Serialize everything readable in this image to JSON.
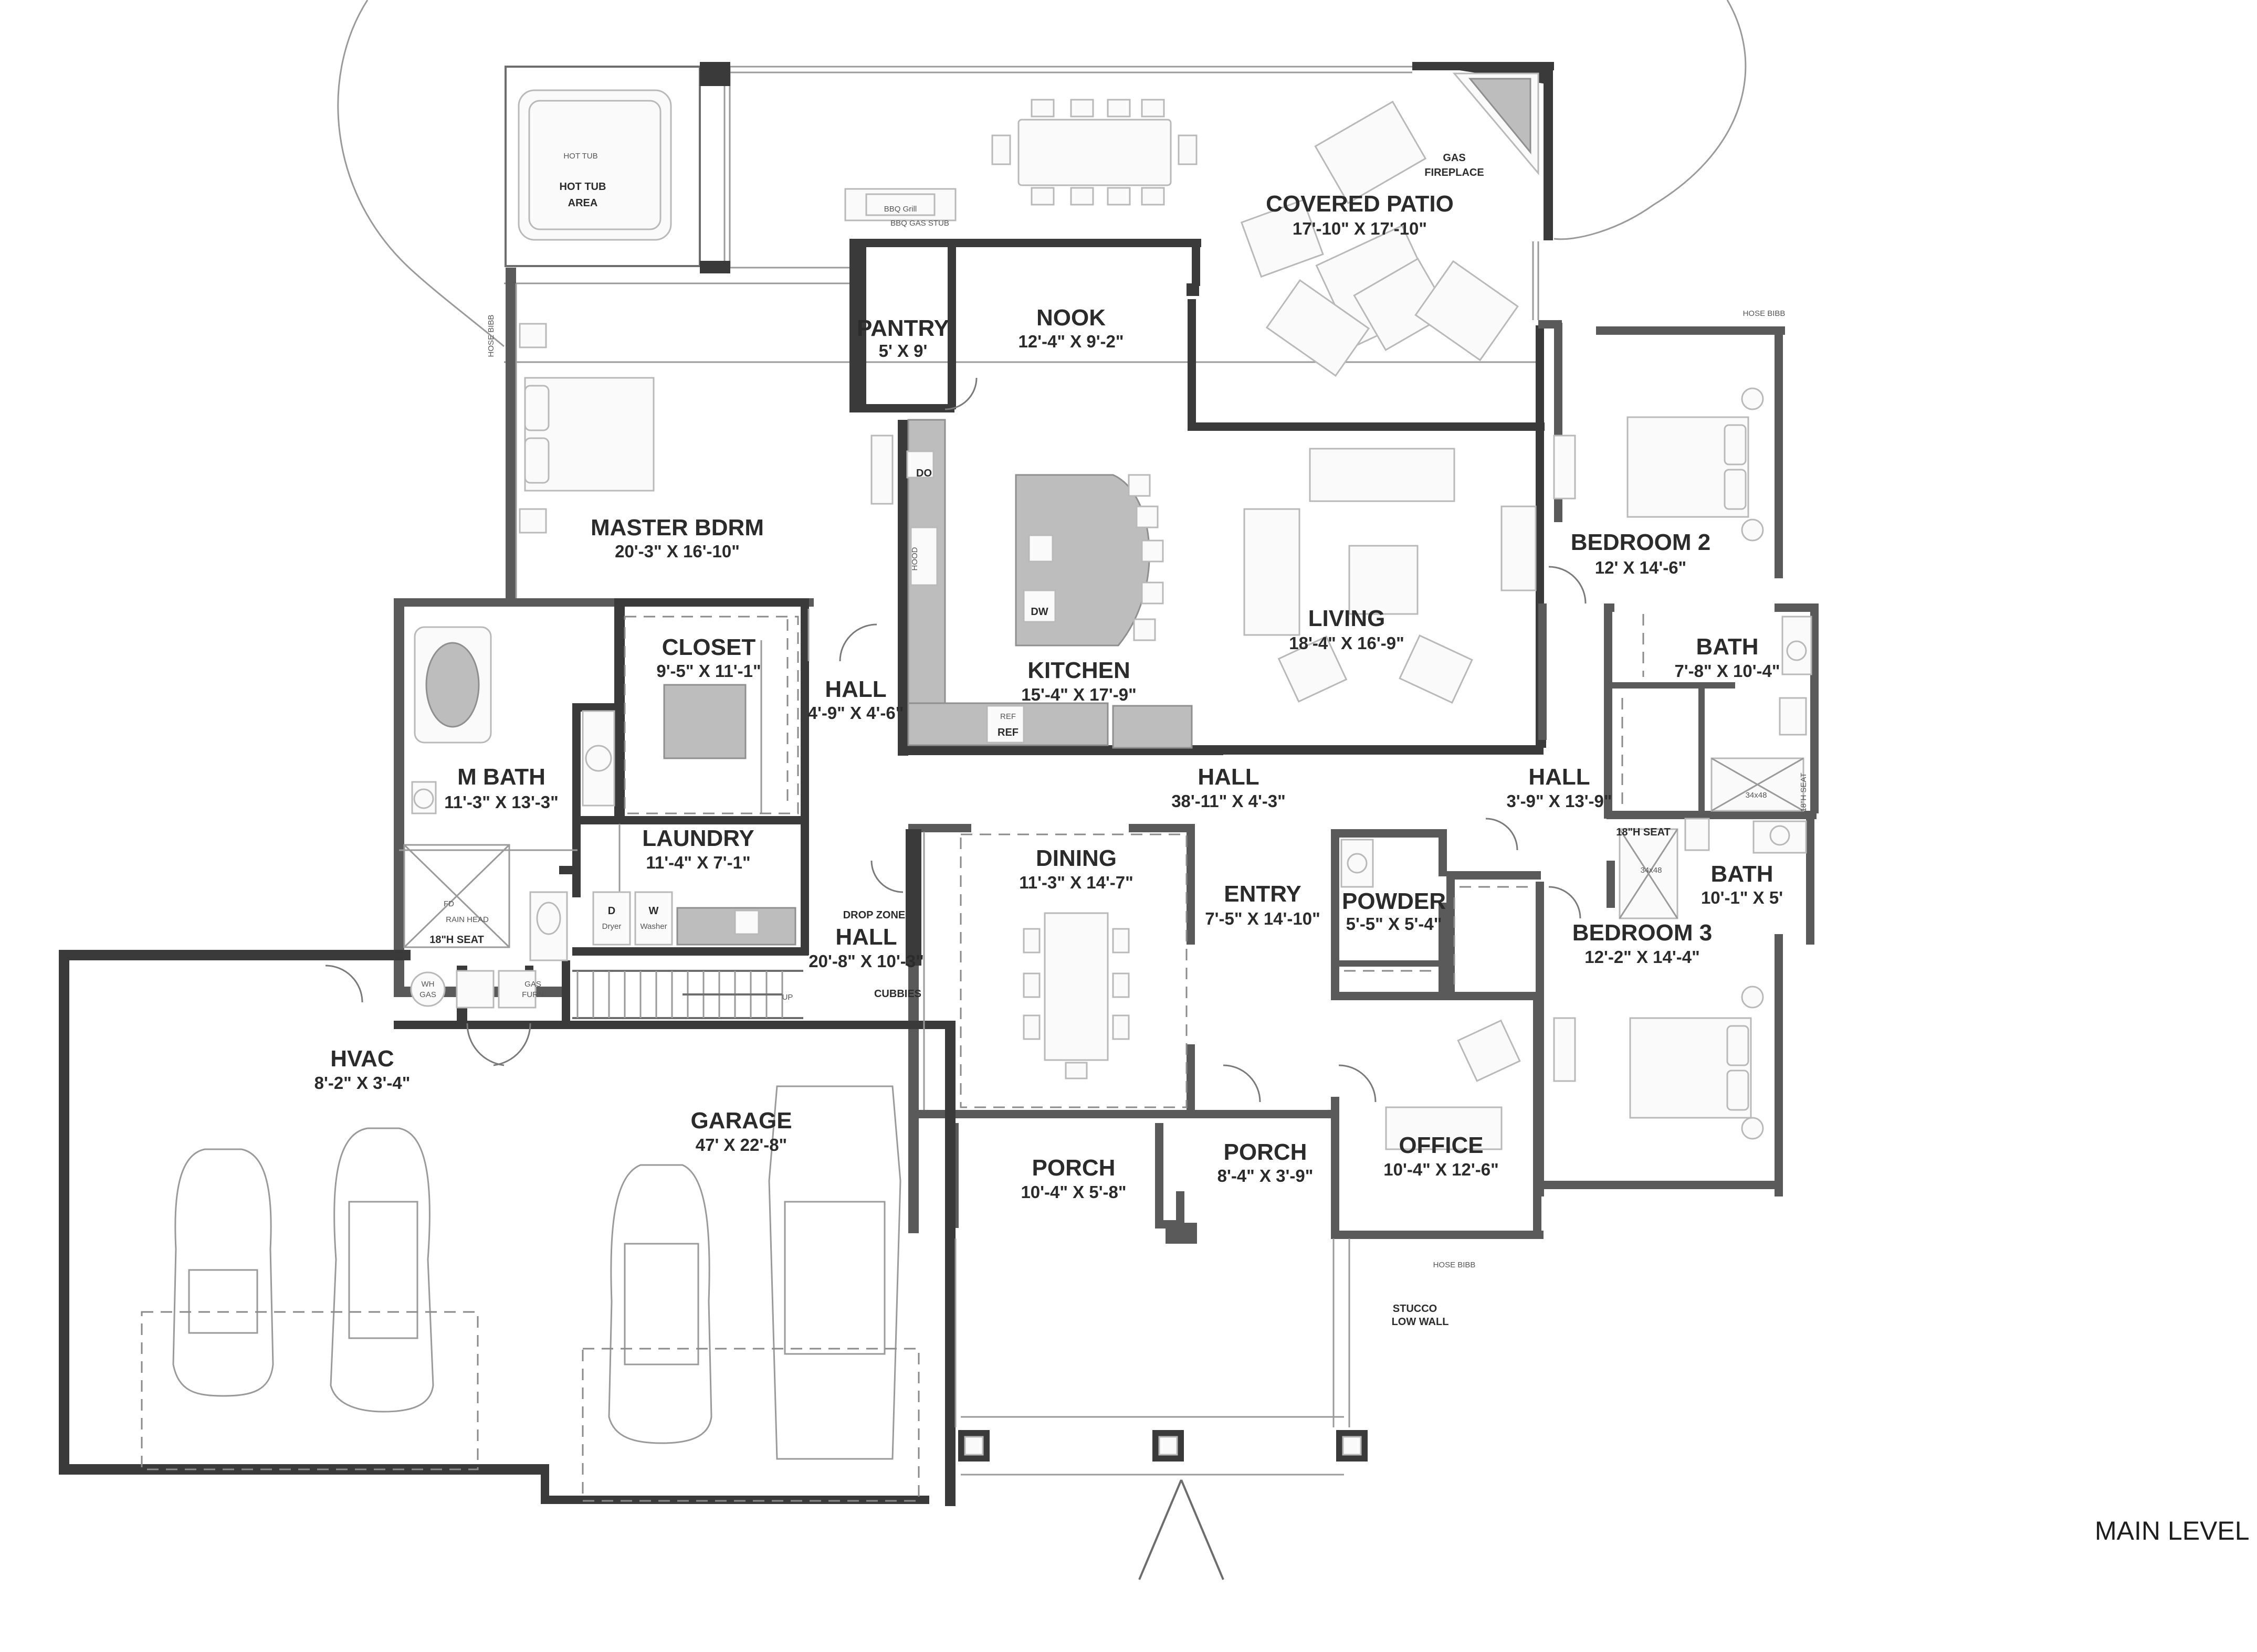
{
  "level_label": "MAIN LEVEL",
  "rooms": {
    "covered_patio": {
      "name": "COVERED PATIO",
      "dims": "17'-10\" X 17'-10\""
    },
    "pantry": {
      "name": "PANTRY",
      "dims": "5' X 9'"
    },
    "nook": {
      "name": "NOOK",
      "dims": "12'-4\" X 9'-2\""
    },
    "master_bdrm": {
      "name": "MASTER BDRM",
      "dims": "20'-3\" X 16'-10\""
    },
    "kitchen": {
      "name": "KITCHEN",
      "dims": "15'-4\" X 17'-9\""
    },
    "living": {
      "name": "LIVING",
      "dims": "18'-4\" X 16'-9\""
    },
    "bedroom2": {
      "name": "BEDROOM 2",
      "dims": "12' X 14'-6\""
    },
    "bath_a": {
      "name": "BATH",
      "dims": "7'-8\" X 10'-4\""
    },
    "closet": {
      "name": "CLOSET",
      "dims": "9'-5\" X 11'-1\""
    },
    "hall_a": {
      "name": "HALL",
      "dims": "4'-9\" X 4'-6\""
    },
    "m_bath": {
      "name": "M BATH",
      "dims": "11'-3\" X 13'-3\""
    },
    "hall_main": {
      "name": "HALL",
      "dims": "38'-11\" X 4'-3\""
    },
    "hall_b": {
      "name": "HALL",
      "dims": "3'-9\" X 13'-9\""
    },
    "laundry": {
      "name": "LAUNDRY",
      "dims": "11'-4\" X 7'-1\""
    },
    "dining": {
      "name": "DINING",
      "dims": "11'-3\" X 14'-7\""
    },
    "entry": {
      "name": "ENTRY",
      "dims": "7'-5\" X 14'-10\""
    },
    "powder": {
      "name": "POWDER",
      "dims": "5'-5\" X 5'-4\""
    },
    "bath_b": {
      "name": "BATH",
      "dims": "10'-1\" X 5'"
    },
    "bedroom3": {
      "name": "BEDROOM 3",
      "dims": "12'-2\" X 14'-4\""
    },
    "hall_c": {
      "name": "HALL",
      "dims": "20'-8\" X 10'-3\""
    },
    "hvac": {
      "name": "HVAC",
      "dims": "8'-2\" X 3'-4\""
    },
    "garage": {
      "name": "GARAGE",
      "dims": "47' X 22'-8\""
    },
    "porch_a": {
      "name": "PORCH",
      "dims": "10'-4\" X 5'-8\""
    },
    "porch_b": {
      "name": "PORCH",
      "dims": "8'-4\" X 3'-9\""
    },
    "office": {
      "name": "OFFICE",
      "dims": "10'-4\" X 12'-6\""
    }
  },
  "notes": {
    "hot_tub": "HOT TUB",
    "hot_tub_area_1": "HOT TUB",
    "hot_tub_area_2": "AREA",
    "gas_fireplace_1": "GAS",
    "gas_fireplace_2": "FIREPLACE",
    "bbq_grill": "BBQ Grill",
    "bbq_gas_stub": "BBQ GAS STUB",
    "hose_bibb": "HOSE BIBB",
    "do": "DO",
    "dw": "DW",
    "ref": "REF",
    "ref_small": "REF",
    "hood": "HOOD",
    "seat_18": "18\"H SEAT",
    "rain_head": "RAIN HEAD",
    "fd": "FD",
    "shower_size": "34x48",
    "dryer_d": "D",
    "dryer": "Dryer",
    "washer_w": "W",
    "washer": "Washer",
    "drop_zone": "DROP ZONE",
    "cubbies": "CUBBIES",
    "wh": "WH",
    "gas": "GAS",
    "gas_furn_1": "GAS",
    "gas_furn_2": "FURN",
    "up": "UP",
    "stucco_1": "STUCCO",
    "stucco_2": "LOW WALL"
  }
}
